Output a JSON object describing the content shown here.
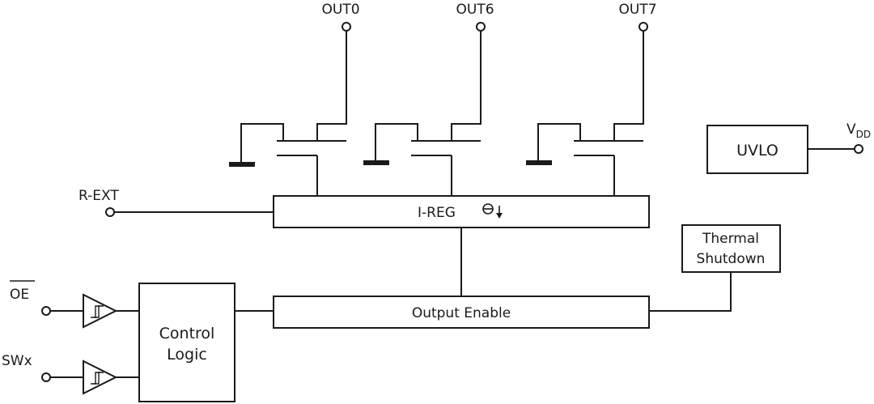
{
  "outputs": [
    {
      "label": "OUT0"
    },
    {
      "label": "OUT6"
    },
    {
      "label": "OUT7"
    }
  ],
  "uvlo": {
    "label": "UVLO",
    "supply_main": "V",
    "supply_sub": "DD"
  },
  "rext": {
    "label": "R-EXT"
  },
  "ireg": {
    "label": "I-REG"
  },
  "thermal": {
    "line1": "Thermal",
    "line2": "Shutdown"
  },
  "output_enable": {
    "label": "Output Enable"
  },
  "control_logic": {
    "line1": "Control",
    "line2": "Logic"
  },
  "inputs": {
    "oe": "OE",
    "swx": "SWx"
  },
  "icons": {
    "current_source": "current-source-icon",
    "ground": "ground-bar-icon",
    "buffer": "schmitt-buffer-icon"
  }
}
